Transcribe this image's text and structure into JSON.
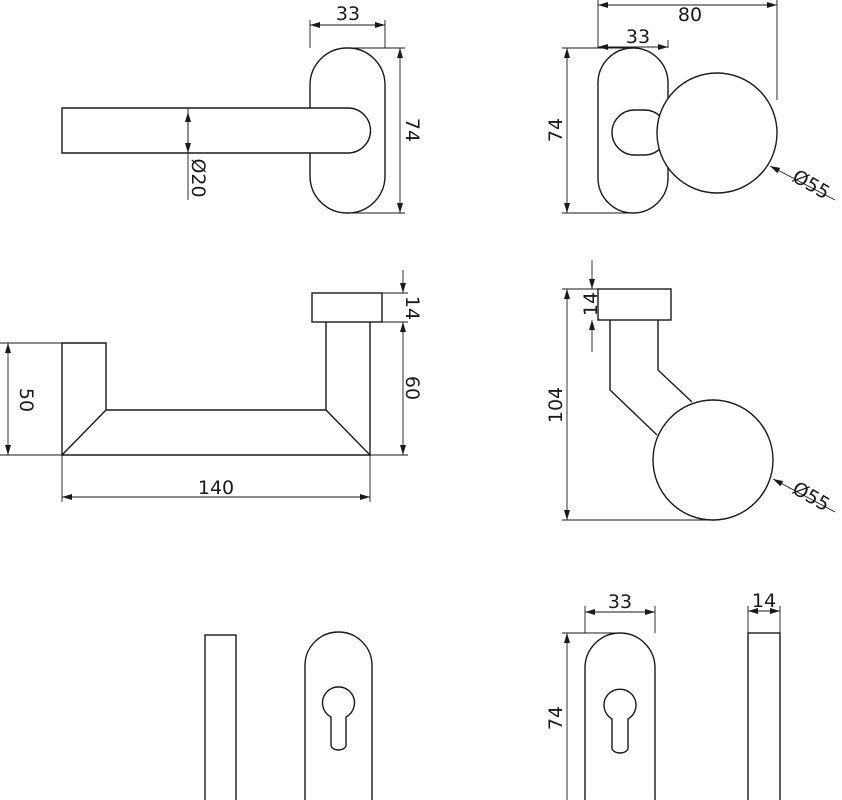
{
  "views": {
    "lever_front": {
      "width": "33",
      "height": "74",
      "diameter": "Ø20"
    },
    "knob_front": {
      "overall": "80",
      "width": "33",
      "height": "74",
      "diameter": "Ø55"
    },
    "lever_side": {
      "rose": "14",
      "neck": "60",
      "lever_height": "50",
      "length": "140"
    },
    "knob_side": {
      "rose": "14",
      "overall": "104",
      "diameter": "Ø55"
    },
    "escutcheon": {
      "width": "33",
      "height": "74",
      "thickness": "14"
    }
  }
}
